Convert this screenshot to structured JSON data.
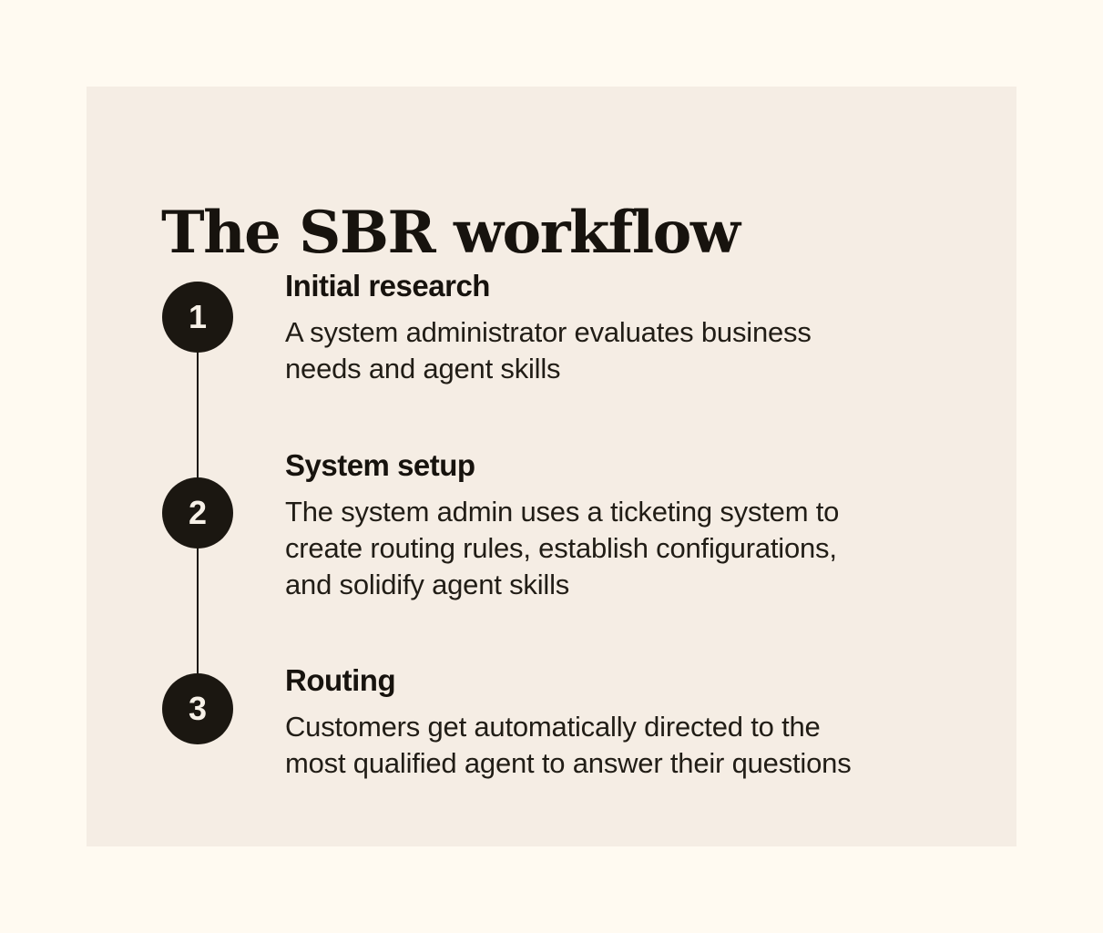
{
  "page": {
    "background_color": "#FFFAF1",
    "panel_color": "#F5EDE4",
    "ink_color": "#17130E",
    "circle_color": "#1B1711",
    "circle_number_color": "#F7F1E8"
  },
  "title": "The SBR workflow",
  "steps": [
    {
      "number": "1",
      "heading": "Initial research",
      "body_lines": [
        "A system administrator evaluates business",
        "needs and agent skills"
      ]
    },
    {
      "number": "2",
      "heading": "System setup",
      "body_lines": [
        "The system admin uses a ticketing system to",
        "create routing rules, establish configurations,",
        "and solidify agent skills"
      ]
    },
    {
      "number": "3",
      "heading": "Routing",
      "body_lines": [
        "Customers get automatically directed to the",
        "most qualified agent to answer their questions"
      ]
    }
  ]
}
